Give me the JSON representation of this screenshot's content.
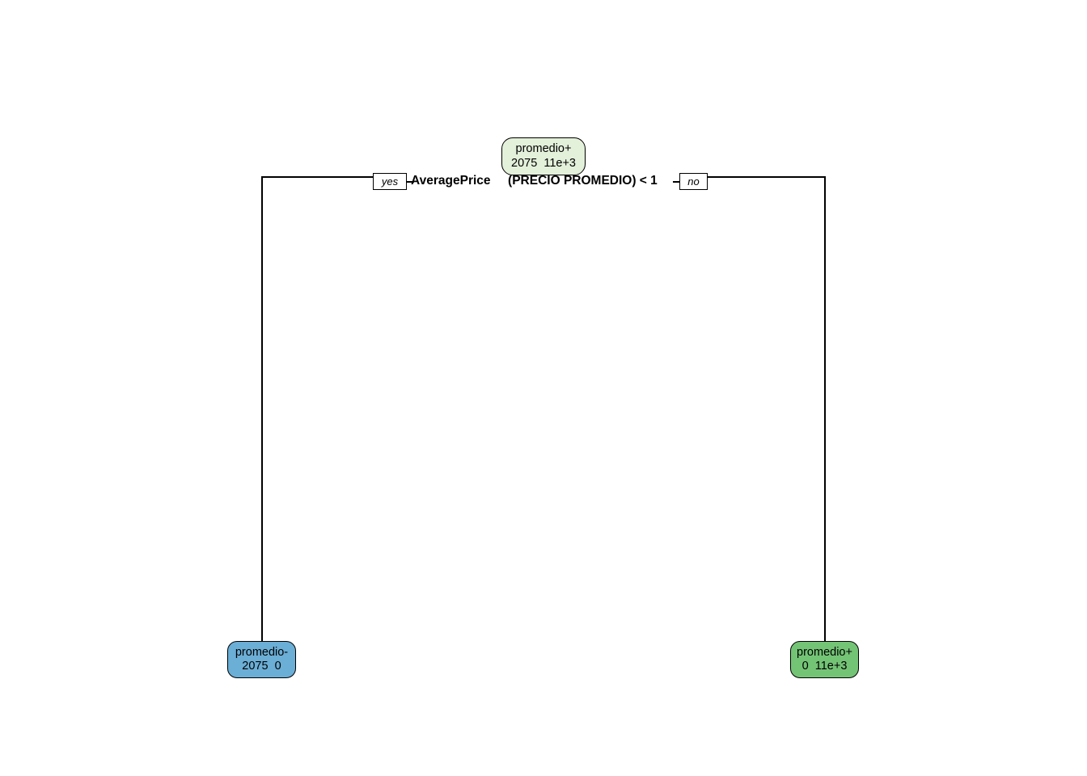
{
  "chart_data": {
    "type": "diagram",
    "diagram_type": "decision-tree",
    "title": "",
    "root": {
      "id": "root",
      "label_line_1": "promedio+",
      "label_line_2": "2075  11e+3",
      "class_prediction": "promedio+",
      "counts": [
        "2075",
        "11e+3"
      ],
      "fill_color": "#E3F0DA",
      "split_condition": "AveragePrice     (PRECIO PROMEDIO) < 1",
      "split_variable": "AveragePrice (PRECIO PROMEDIO)",
      "split_operator": "<",
      "split_threshold": "1"
    },
    "branches": [
      {
        "id": "yes",
        "label": "yes",
        "target": "leaf-left"
      },
      {
        "id": "no",
        "label": "no",
        "target": "leaf-right"
      }
    ],
    "leaves": [
      {
        "id": "leaf-left",
        "label_line_1": "promedio-",
        "label_line_2": "2075  0",
        "class_prediction": "promedio-",
        "counts": [
          "2075",
          "0"
        ],
        "fill_color": "#6BAED6",
        "branch": "yes"
      },
      {
        "id": "leaf-right",
        "label_line_1": "promedio+",
        "label_line_2": "0  11e+3",
        "class_prediction": "promedio+",
        "counts": [
          "0",
          "11e+3"
        ],
        "fill_color": "#74C476",
        "branch": "no"
      }
    ],
    "colors": {
      "root_fill": "#E3F0DA",
      "negative_class_fill": "#6BAED6",
      "positive_class_fill": "#74C476",
      "line": "#000000",
      "text": "#000000",
      "background": "#FFFFFF"
    }
  },
  "tree": {
    "root": {
      "line1": "promedio+",
      "line2": "2075  11e+3"
    },
    "split": {
      "condition": "AveragePrice     (PRECIO PROMEDIO) < 1"
    },
    "branch_yes": {
      "label": "yes"
    },
    "branch_no": {
      "label": "no"
    },
    "leaf_left": {
      "line1": "promedio-",
      "line2": "2075  0"
    },
    "leaf_right": {
      "line1": "promedio+",
      "line2": "0  11e+3"
    }
  }
}
